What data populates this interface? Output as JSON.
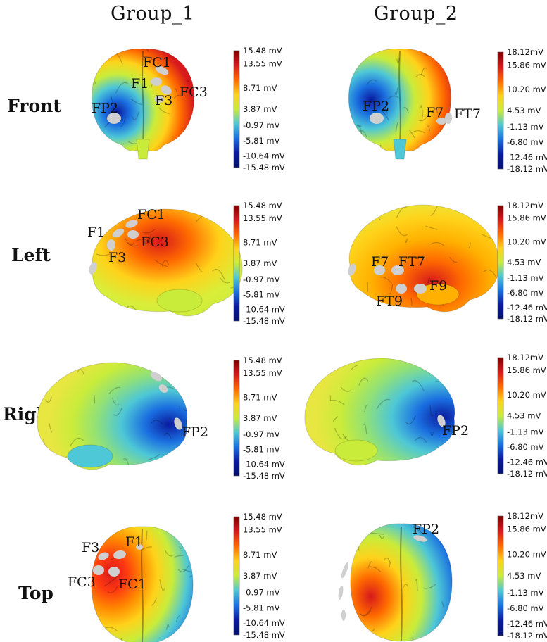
{
  "columns": [
    "Group_1",
    "Group_2"
  ],
  "rows": [
    "Front",
    "Left",
    "Right",
    "Top"
  ],
  "scales": {
    "group_1": [
      "15.48 mV",
      "13.55 mV",
      "8.71 mV",
      "3.87 mV",
      "-0.97 mV",
      "-5.81 mV",
      "-10.64 mV",
      "-15.48 mV"
    ],
    "group_2": [
      "18.12mV",
      "15.86 mV",
      "10.20 mV",
      "4.53 mV",
      "-1.13 mV",
      "-6.80 mV",
      "-12.46 mV",
      "-18.12 mV"
    ]
  },
  "colormap": [
    "#7f0000",
    "#d7191c",
    "#ff6a00",
    "#ffd21a",
    "#c9ec3a",
    "#4ec7d6",
    "#1a6fe0",
    "#0a1a9e",
    "#06106e"
  ],
  "electrode_color": "#cfcfcf",
  "panels": [
    {
      "id": "g1-front",
      "row": 0,
      "col": 0,
      "view": "front",
      "labels": [
        "FC1",
        "F1",
        "FC3",
        "F3",
        "FP2"
      ]
    },
    {
      "id": "g2-front",
      "row": 0,
      "col": 1,
      "view": "front",
      "labels": [
        "FP2",
        "F7",
        "FT7"
      ]
    },
    {
      "id": "g1-left",
      "row": 1,
      "col": 0,
      "view": "left",
      "labels": [
        "FC1",
        "F1",
        "FC3",
        "F3"
      ]
    },
    {
      "id": "g2-left",
      "row": 1,
      "col": 1,
      "view": "left",
      "labels": [
        "F7",
        "FT7",
        "FT9",
        "F9"
      ]
    },
    {
      "id": "g1-right",
      "row": 2,
      "col": 0,
      "view": "right",
      "labels": [
        "FP2"
      ]
    },
    {
      "id": "g2-right",
      "row": 2,
      "col": 1,
      "view": "right",
      "labels": [
        "FP2"
      ]
    },
    {
      "id": "g1-top",
      "row": 3,
      "col": 0,
      "view": "top",
      "labels": [
        "F3",
        "F1",
        "FC3",
        "FC1"
      ]
    },
    {
      "id": "g2-top",
      "row": 3,
      "col": 1,
      "view": "top",
      "labels": [
        "FP2"
      ]
    }
  ]
}
